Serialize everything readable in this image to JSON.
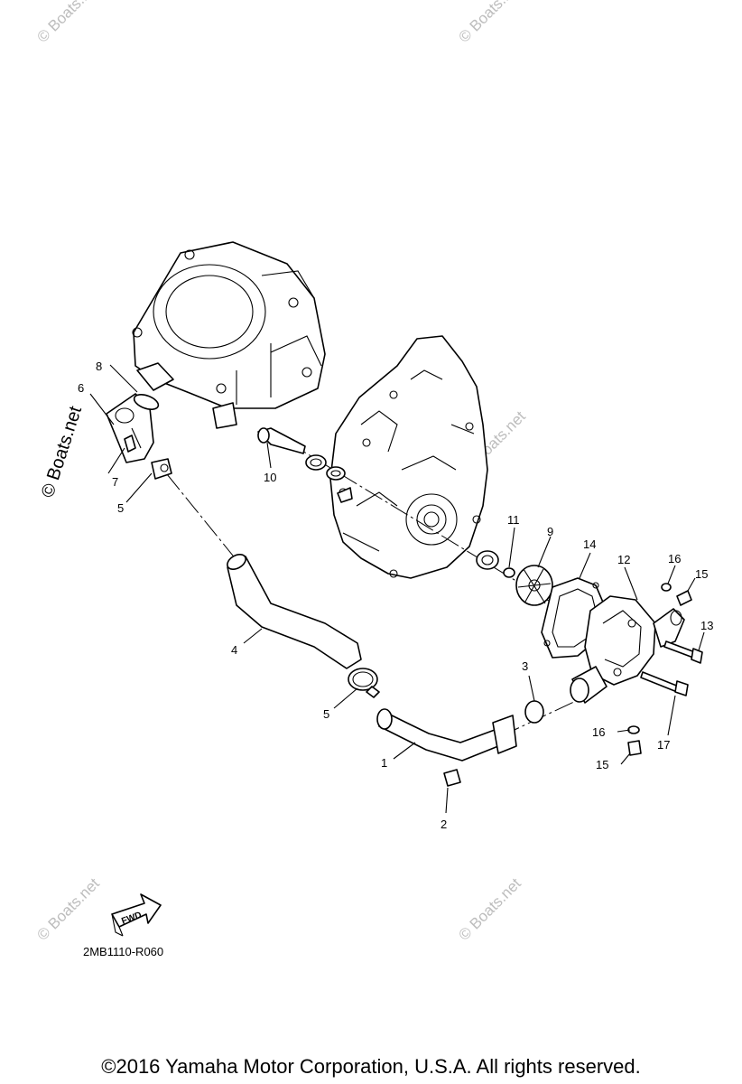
{
  "watermarks": {
    "top_left": "© Boats.net",
    "top_right": "© Boats.net",
    "mid_right": "© Boats.net",
    "left_vertical": "© Boats.net",
    "bottom_left": "© Boats.net",
    "bottom_right": "© Boats.net"
  },
  "callouts": {
    "c1": "1",
    "c2": "2",
    "c3": "3",
    "c4": "4",
    "c5a": "5",
    "c5b": "5",
    "c6": "6",
    "c7": "7",
    "c8": "8",
    "c9": "9",
    "c10": "10",
    "c11": "11",
    "c12": "12",
    "c13": "13",
    "c14": "14",
    "c15a": "15",
    "c15b": "15",
    "c16a": "16",
    "c16b": "16",
    "c17": "17"
  },
  "fwd_label": "FWD",
  "diagram_code": "2MB1110-R060",
  "copyright": "©2016 Yamaha Motor Corporation, U.S.A. All rights reserved."
}
